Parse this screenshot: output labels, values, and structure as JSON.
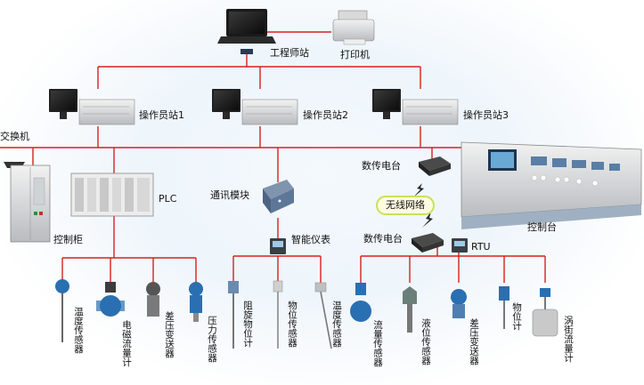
{
  "title": "",
  "top": {
    "engineer": "工程师站",
    "printer": "打印机"
  },
  "operators": [
    "操作员站1",
    "操作员站2",
    "操作员站3"
  ],
  "left": {
    "switch": "交换机",
    "cabinet": "控制柜",
    "plc": "PLC"
  },
  "middle": {
    "comm": "通讯模块",
    "smart": "智能仪表"
  },
  "right": {
    "radio_top": "数传电台",
    "wireless": "无线网络",
    "radio_bottom": "数传电台",
    "rtu": "RTU",
    "console": "控制台"
  },
  "sensors": {
    "plc_group": [
      "温度传感器",
      "电磁流量计",
      "差压变送器",
      "压力传感器"
    ],
    "smart_group": [
      "阻旋物位计",
      "物位传感器",
      "温度传感器"
    ],
    "rtu_group": [
      "流量传感器",
      "液位传感器",
      "差压变送器",
      "物位计",
      "涡街流量计"
    ]
  },
  "colors": {
    "line": "#d72020",
    "lightning": "#2a2a2a"
  }
}
